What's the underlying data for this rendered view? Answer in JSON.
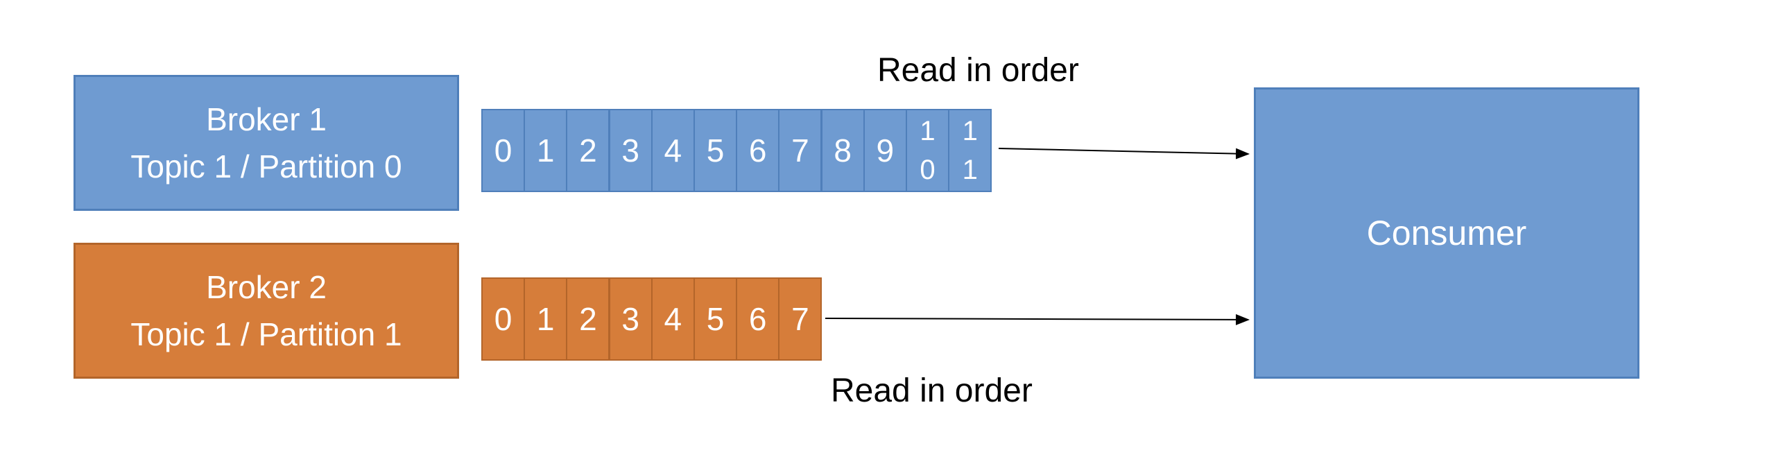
{
  "colors": {
    "blue": "#6f9bd1",
    "orange": "#d67d3a"
  },
  "brokers": [
    {
      "name": "Broker 1",
      "partition": "Topic 1 / Partition 0",
      "color": "blue"
    },
    {
      "name": "Broker 2",
      "partition": "Topic 1 / Partition 1",
      "color": "orange"
    }
  ],
  "partition0_offsets": [
    "0",
    "1",
    "2",
    "3",
    "4",
    "5",
    "6",
    "7",
    "8",
    "9",
    "10",
    "11"
  ],
  "partition1_offsets": [
    "0",
    "1",
    "2",
    "3",
    "4",
    "5",
    "6",
    "7"
  ],
  "consumer": {
    "label": "Consumer"
  },
  "labels": {
    "top": "Read in order",
    "bottom": "Read in order"
  }
}
